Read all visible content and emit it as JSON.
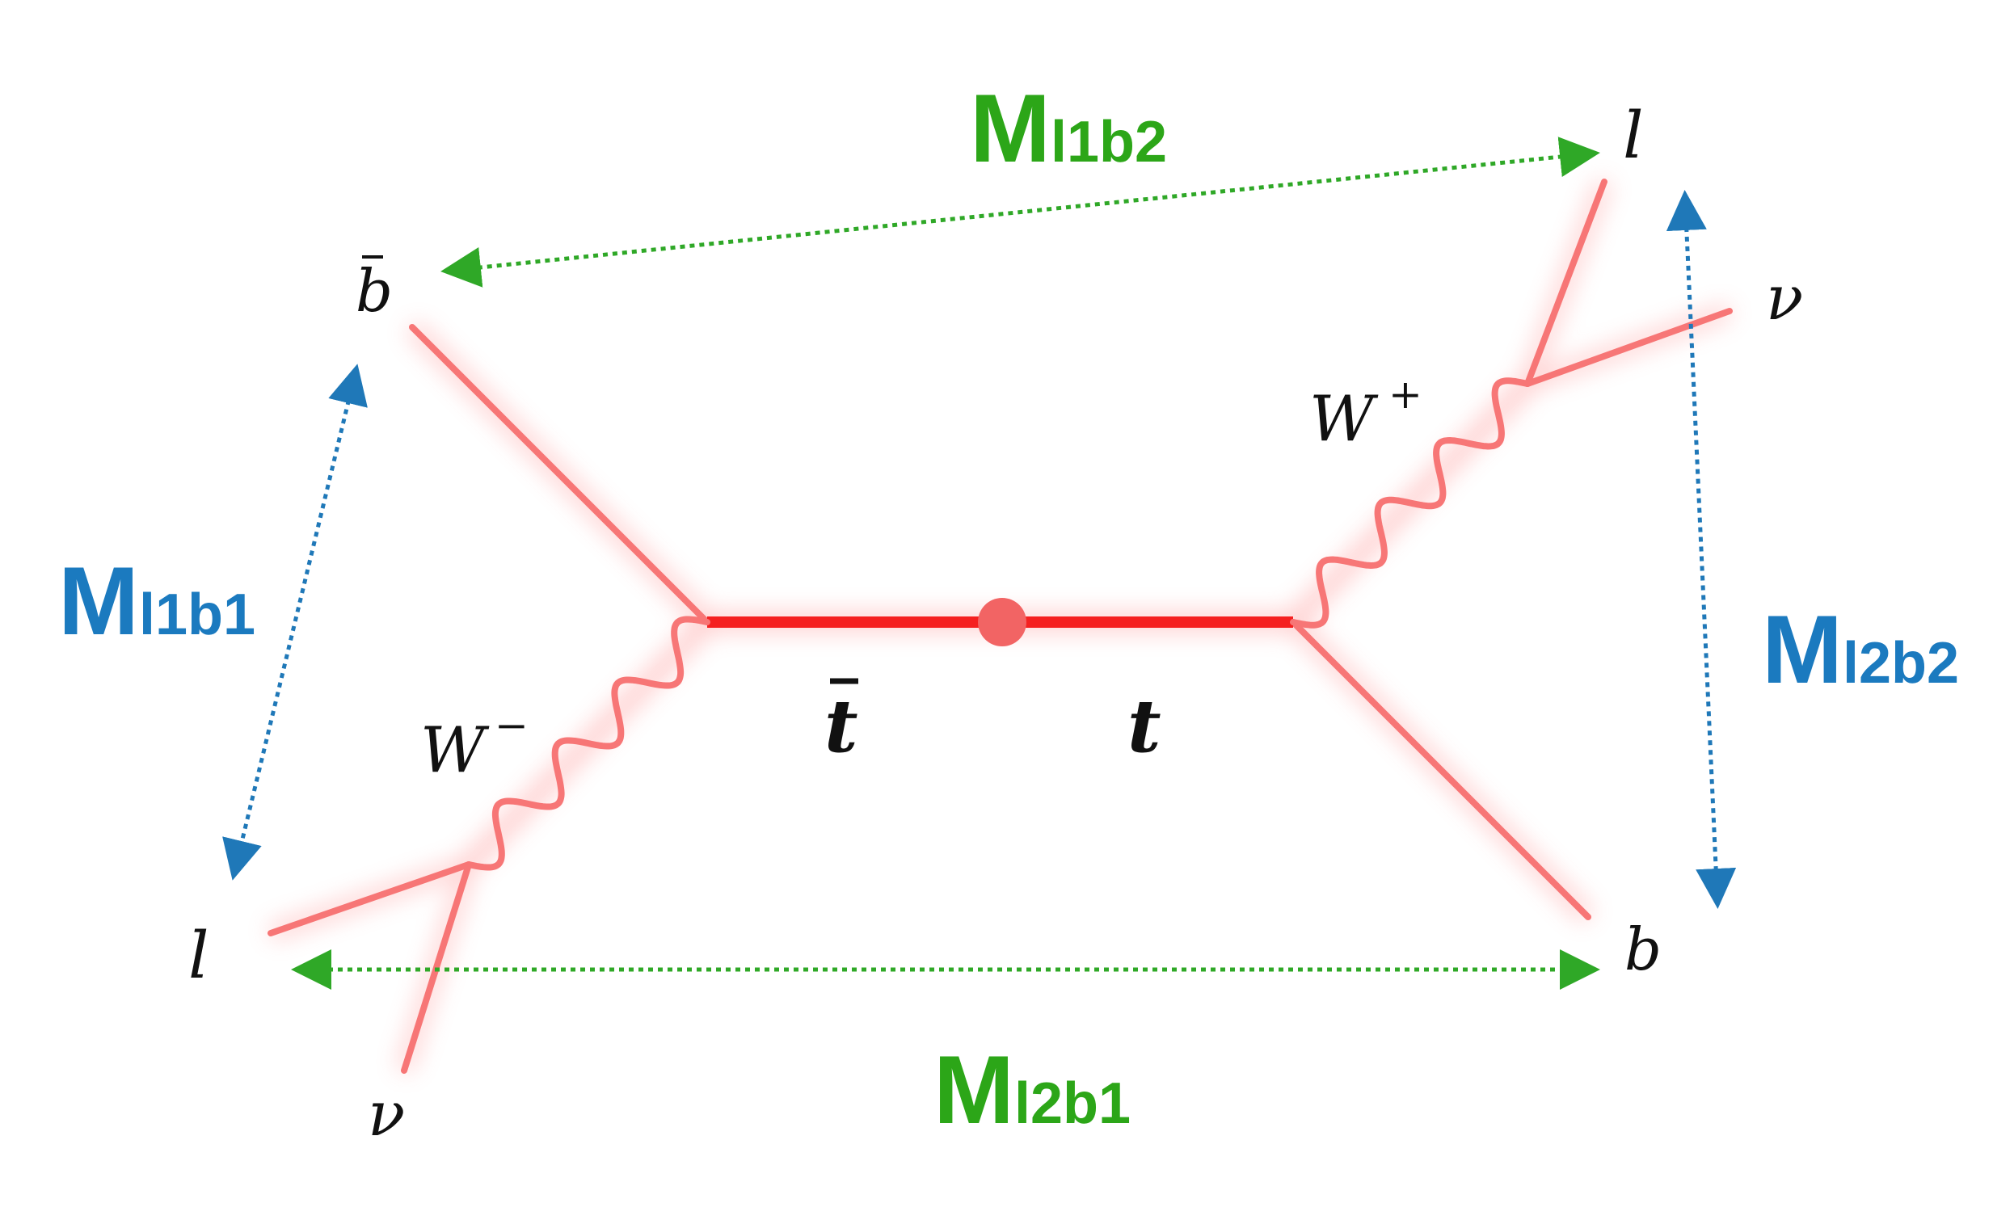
{
  "colors": {
    "line": "#f77676",
    "line_glow": "#ff9a9a",
    "top_line": "#f52020",
    "vertex": "#f26464",
    "green": "#2ca618",
    "green_arrow": "#2fa827",
    "blue": "#1b7abf",
    "blue_arrow": "#1f78b8",
    "text": "#111111"
  },
  "particles": {
    "bbar": "b",
    "lepton_top": "l",
    "nu_top": "ν",
    "w_plus": "W",
    "w_plus_sign": "+",
    "w_minus": "W",
    "w_minus_sign": "−",
    "lepton_bottom": "l",
    "nu_bottom": "ν",
    "b": "b"
  },
  "quarks": {
    "tbar": "t",
    "t": "t"
  },
  "mass_labels": {
    "l1b2": {
      "main": "M",
      "sub": "l1b2"
    },
    "l1b1": {
      "main": "M",
      "sub": "l1b1"
    },
    "l2b2": {
      "main": "M",
      "sub": "l2b2"
    },
    "l2b1": {
      "main": "M",
      "sub": "l2b1"
    }
  }
}
